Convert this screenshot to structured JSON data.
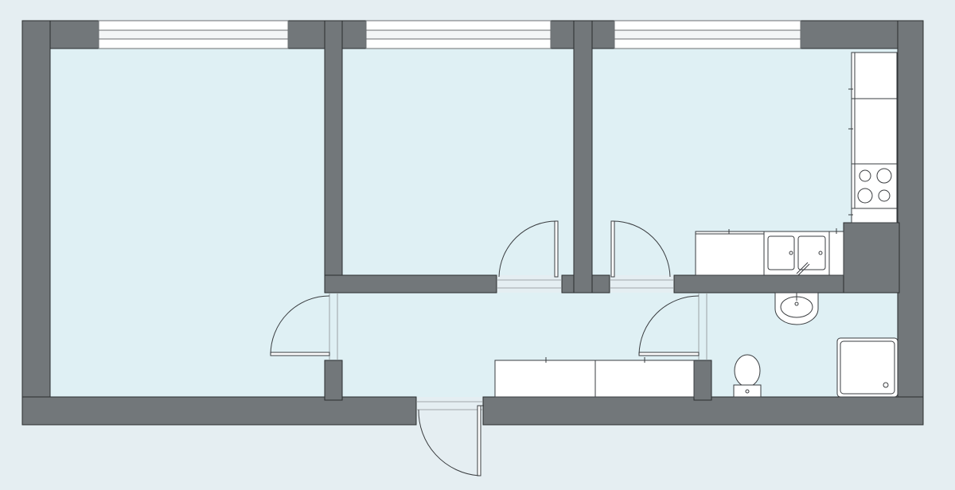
{
  "plan": {
    "name": "",
    "colors": {
      "background": "#e5eef2",
      "wall": "#72777a",
      "floor": "#dff0f4",
      "fixture": "#ffffff",
      "line": "#3a3d40"
    },
    "rooms": [
      {
        "id": "room-left",
        "label": ""
      },
      {
        "id": "room-middle",
        "label": ""
      },
      {
        "id": "room-kitchen",
        "label": ""
      },
      {
        "id": "hallway",
        "label": ""
      },
      {
        "id": "bathroom",
        "label": ""
      }
    ],
    "windows": [
      {
        "id": "window-left-room"
      },
      {
        "id": "window-middle-room"
      },
      {
        "id": "window-kitchen"
      }
    ],
    "doors": [
      {
        "id": "door-left-room"
      },
      {
        "id": "door-middle-room"
      },
      {
        "id": "door-kitchen"
      },
      {
        "id": "door-bathroom"
      },
      {
        "id": "door-entrance"
      }
    ],
    "fixtures": [
      {
        "id": "kitchen-counter-upper",
        "icon": "counter-icon"
      },
      {
        "id": "kitchen-stove",
        "icon": "stove-icon"
      },
      {
        "id": "kitchen-counter-lower",
        "icon": "counter-icon"
      },
      {
        "id": "kitchen-double-sink",
        "icon": "sink-icon"
      },
      {
        "id": "hall-wardrobe",
        "icon": "wardrobe-icon"
      },
      {
        "id": "bathroom-washbasin",
        "icon": "washbasin-icon"
      },
      {
        "id": "bathroom-toilet",
        "icon": "toilet-icon"
      },
      {
        "id": "bathroom-shower",
        "icon": "shower-icon"
      }
    ]
  }
}
